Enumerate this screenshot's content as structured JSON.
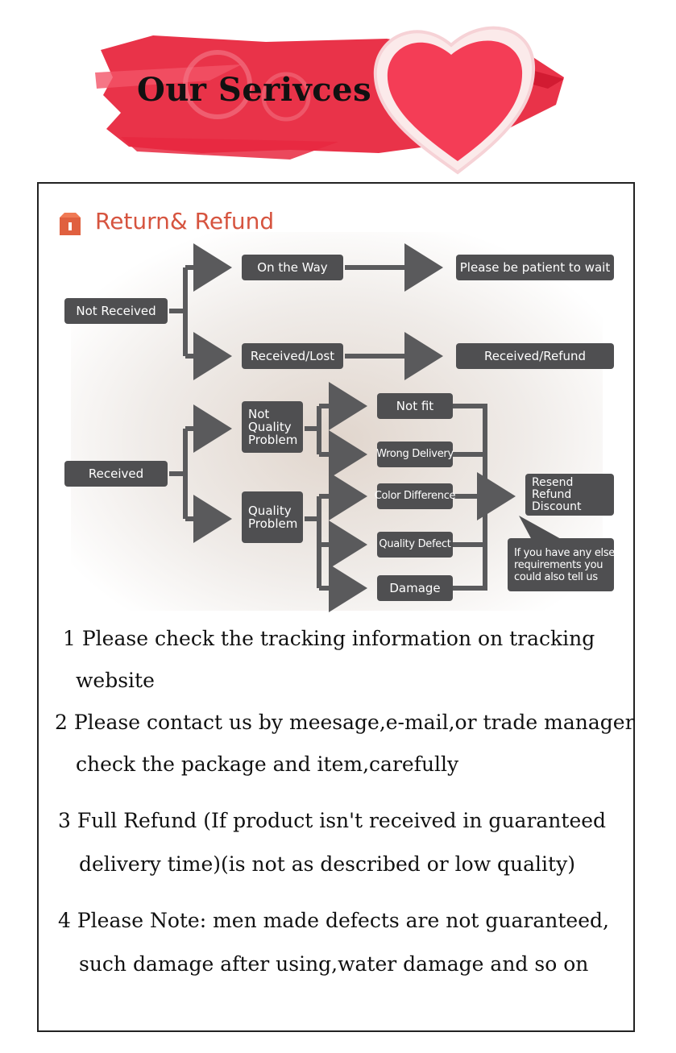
{
  "banner": {
    "title": "Our Serivces",
    "brush_color": "#e8283f",
    "heart_color": "#f43d56",
    "heart_icon": "heart-icon"
  },
  "diagram": {
    "title": "Return& Refund",
    "title_color": "#d6543f",
    "box_color": "#4f4f51",
    "title_icon": "box-icon",
    "not_received": "Not Received",
    "on_the_way": "On the Way",
    "please_wait": "Please be patient to wait",
    "received_lost": "Received/Lost",
    "received_refund": "Received/Refund",
    "received": "Received",
    "not_quality_problem": [
      "Not",
      "Quality",
      "Problem"
    ],
    "quality_problem": [
      "Quality",
      "Problem"
    ],
    "not_fit": "Not fit",
    "wrong_delivery": "Wrong Delivery",
    "color_difference": "Color Difference",
    "quality_defect": "Quality Defect",
    "damage": "Damage",
    "resolution": [
      "Resend",
      "Refund",
      "Discount"
    ],
    "callout": [
      "If you have any else",
      "requirements you",
      "could also tell us"
    ]
  },
  "notes": [
    "1 Please check the tracking  information on tracking",
    "website",
    "2 Please contact us by meesage,e-mail,or trade manager",
    "check the package and  item,carefully",
    "3 Full Refund (If product isn't received in guaranteed",
    "delivery time)(is not as described or low quality)",
    "4 Please Note: men made defects are not guaranteed,",
    "such damage after using,water damage and so on"
  ]
}
